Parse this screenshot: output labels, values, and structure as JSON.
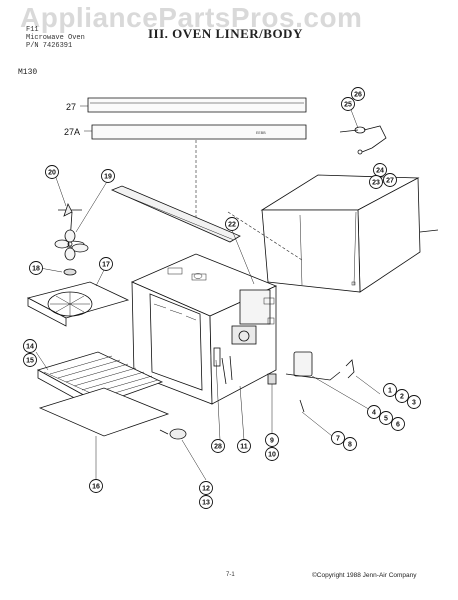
{
  "watermark": "AppliancePartsPros.com",
  "header": {
    "line1": "F11",
    "line2": "Microwave Oven",
    "line3": "P/N 7426391",
    "title": "III. OVEN LINER/BODY",
    "model": "M130"
  },
  "strip_labels": {
    "top": "27",
    "bottom": "27A",
    "inner": "EEBB"
  },
  "callouts": [
    "26",
    "25",
    "24",
    "23",
    "27",
    "22",
    "20",
    "19",
    "18",
    "17",
    "14",
    "15",
    "16",
    "1",
    "2",
    "3",
    "4",
    "5",
    "6",
    "7",
    "8",
    "9",
    "10",
    "11",
    "28",
    "12",
    "13"
  ],
  "footer": {
    "page": "7-1",
    "copyright": "©Copyright 1988 Jenn-Air Company"
  }
}
